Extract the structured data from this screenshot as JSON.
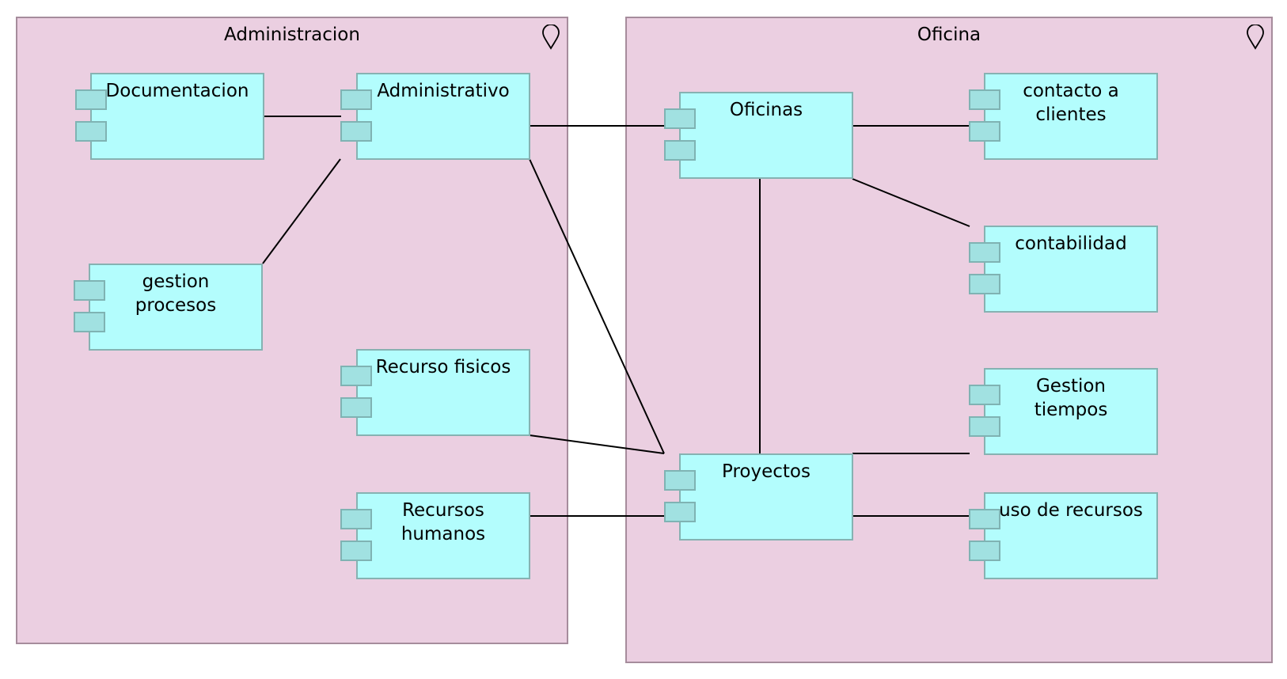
{
  "colors": {
    "group_fill": "#ebcfe1",
    "group_border": "#a68c9c",
    "component_fill": "#b3fdfd",
    "component_border": "#86b2b2",
    "port_fill": "#a1e1e1",
    "line": "#000000"
  },
  "groups": [
    {
      "id": "administracion",
      "title": "Administracion",
      "icon": "location-pin-icon"
    },
    {
      "id": "oficina",
      "title": "Oficina",
      "icon": "location-pin-icon"
    }
  ],
  "components": [
    {
      "id": "documentacion",
      "label": "Documentacion"
    },
    {
      "id": "administrativo",
      "label": "Administrativo"
    },
    {
      "id": "gestion-procesos",
      "label": "gestion\nprocesos"
    },
    {
      "id": "recurso-fisicos",
      "label": "Recurso fisicos"
    },
    {
      "id": "recursos-humanos",
      "label": "Recursos\nhumanos"
    },
    {
      "id": "oficinas",
      "label": "Oficinas"
    },
    {
      "id": "contacto-clientes",
      "label": "contacto a\nclientes"
    },
    {
      "id": "contabilidad",
      "label": "contabilidad"
    },
    {
      "id": "gestion-tiempos",
      "label": "Gestion\ntiempos"
    },
    {
      "id": "proyectos",
      "label": "Proyectos"
    },
    {
      "id": "uso-recursos",
      "label": "uso de recursos"
    }
  ],
  "connections": [
    {
      "from": "documentacion",
      "to": "administrativo"
    },
    {
      "from": "gestion-procesos",
      "to": "administrativo"
    },
    {
      "from": "administrativo",
      "to": "oficinas"
    },
    {
      "from": "administrativo",
      "to": "proyectos"
    },
    {
      "from": "recurso-fisicos",
      "to": "proyectos"
    },
    {
      "from": "recursos-humanos",
      "to": "proyectos"
    },
    {
      "from": "oficinas",
      "to": "contacto-clientes"
    },
    {
      "from": "oficinas",
      "to": "contabilidad"
    },
    {
      "from": "oficinas",
      "to": "proyectos"
    },
    {
      "from": "proyectos",
      "to": "gestion-tiempos"
    },
    {
      "from": "proyectos",
      "to": "uso-recursos"
    }
  ]
}
